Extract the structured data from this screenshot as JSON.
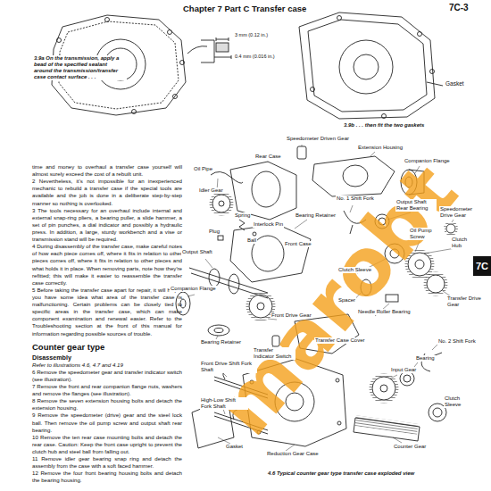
{
  "diagram": {
    "title": "Chapter 7 Part C Transfer case",
    "nodes": [
      {
        "text": [
          "7C"
        ]
      }
    ],
    "labels": [
      "7C-3",
      "3 mm (0.12 in.)",
      "0.4 mm (0.016 in.)",
      "3.9a On the transmission, apply a bead of the specified sealant around the transmission/transfer case contact surface . . .",
      "Gasket",
      "3.9b . . . then fit the two gaskets",
      "time and money to overhaul a transfer case yourself will almost surely exceed the cost of a rebuilt unit.",
      "2 Nevertheless, it's not impossible for an inexperienced mechanic to rebuild a transfer case if the special tools are available and the job is done in a deliberate step-by-step manner so nothing is overlooked.",
      "3 The tools necessary for an overhaul include internal and external snap-ring pliers, a bearing puller, a slide hammer, a set of pin punches, a dial indicator and possibly a hydraulic press. In addition, a large, sturdy workbench and a vise or transmission stand will be required.",
      "4 During disassembly of the transfer case, make careful notes of how each piece comes off, where it fits in relation to other pieces comes off, where it fits in relation to other pieces and what holds it in place. When removing parts, note how they're refitted; this will make it easier to reassemble the transfer case correctly.",
      "5 Before taking the transfer case apart for repair, it will help if you have some idea what area of the transfer case is malfunctioning. Certain problems can be closely tied to specific areas in the transfer case, which can make component examination and renewal easier. Refer to the Troubleshooting section at the front of this manual for information regarding possible sources of trouble.",
      "Counter gear type",
      "Disassembly",
      "Refer to illustrations 4.6, 4.7 and 4.19",
      "6 Remove the speedometer gear and transfer indicator switch (see illustration).",
      "7 Remove the front and rear companion flange nuts, washers and remove the flanges (see illustration).",
      "8 Remove the seven extension housing bolts and detach the extension housing.",
      "9 Remove the speedometer (drive) gear and the steel lock ball. Then remove the oil pump screw and output shaft rear bearing.",
      "10 Remove the ten rear case mounting bolts and detach the rear case. Caution: Keep the front case upright to prevent the clutch hub and steel ball from falling out.",
      "11 Remove idler gear bearing snap ring and detach the assembly from the case with a soft faced hammer.",
      "12 Remove the four front bearing housing bolts and detach the bearing housing.",
      "Speedometer Driven Gear",
      "Extension Housing",
      "Companion Flange",
      "Rear Case",
      "Oil Pipe",
      "Idler Gear",
      "No. 1 Shift Fork",
      "Output Shaft Rear Bearing",
      "Speedometer Drive Gear",
      "Spring",
      "Interlock Pin",
      "Bearing Retainer",
      "Plug",
      "Ball",
      "Front Case",
      "Output Shaft",
      "Oil Pump Screw",
      "Clutch Hub",
      "Clutch Sleeve",
      "Companion Flange",
      "Spacer",
      "Transfer Drive Gear",
      "Needle Roller Bearing",
      "Front Drive Gear",
      "Bearing Retainer",
      "Transfer Case Cover",
      "No. 2 Shift Fork",
      "Transfer Indicator Switch",
      "Front Drive Shift Fork Shaft",
      "Bearing",
      "Input Gear",
      "Clutch Sleeve",
      "High-Low Shift Fork Shaft",
      "Gasket",
      "Reduction Gear Case",
      "Counter Gear",
      "4.6 Typical counter gear type transfer case exploded view",
      "marobt"
    ]
  }
}
